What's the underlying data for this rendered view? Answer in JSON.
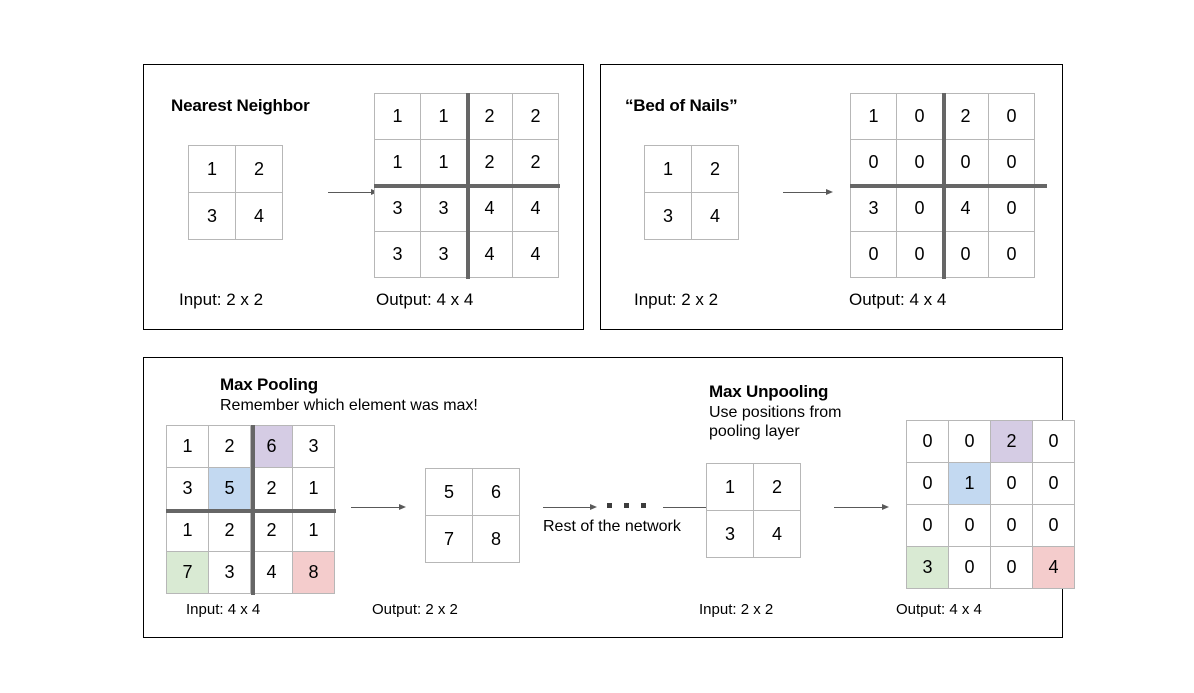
{
  "colors": {
    "panel_border": "#000000",
    "grid_line": "#b7b7b7",
    "thick_line": "#666666",
    "arrow": "#595959",
    "highlight_purple": "#d5cce4",
    "highlight_blue": "#c3d9f1",
    "highlight_green": "#d9ead3",
    "highlight_pink": "#f4cccc"
  },
  "panels": {
    "nearest_neighbor": {
      "title": "Nearest Neighbor",
      "input_caption": "Input: 2 x 2",
      "output_caption": "Output: 4 x 4",
      "input_grid": [
        [
          "1",
          "2"
        ],
        [
          "3",
          "4"
        ]
      ],
      "output_grid": [
        [
          "1",
          "1",
          "2",
          "2"
        ],
        [
          "1",
          "1",
          "2",
          "2"
        ],
        [
          "3",
          "3",
          "4",
          "4"
        ],
        [
          "3",
          "3",
          "4",
          "4"
        ]
      ]
    },
    "bed_of_nails": {
      "title": "“Bed of Nails”",
      "input_caption": "Input: 2 x 2",
      "output_caption": "Output: 4 x 4",
      "input_grid": [
        [
          "1",
          "2"
        ],
        [
          "3",
          "4"
        ]
      ],
      "output_grid": [
        [
          "1",
          "0",
          "2",
          "0"
        ],
        [
          "0",
          "0",
          "0",
          "0"
        ],
        [
          "3",
          "0",
          "4",
          "0"
        ],
        [
          "0",
          "0",
          "0",
          "0"
        ]
      ]
    },
    "max_pooling": {
      "title": "Max Pooling",
      "subtitle": "Remember which element was max!",
      "input_caption": "Input: 4 x 4",
      "output_caption": "Output: 2 x 2",
      "input_grid": [
        [
          "1",
          "2",
          "6",
          "3"
        ],
        [
          "3",
          "5",
          "2",
          "1"
        ],
        [
          "1",
          "2",
          "2",
          "1"
        ],
        [
          "7",
          "3",
          "4",
          "8"
        ]
      ],
      "input_highlights": [
        {
          "row": 0,
          "col": 2,
          "color": "#d5cce4"
        },
        {
          "row": 1,
          "col": 1,
          "color": "#c3d9f1"
        },
        {
          "row": 3,
          "col": 0,
          "color": "#d9ead3"
        },
        {
          "row": 3,
          "col": 3,
          "color": "#f4cccc"
        }
      ],
      "output_grid": [
        [
          "5",
          "6"
        ],
        [
          "7",
          "8"
        ]
      ],
      "network_label": "Rest of the network"
    },
    "max_unpooling": {
      "title": "Max Unpooling",
      "subtitle_line1": "Use positions from",
      "subtitle_line2": "pooling layer",
      "input_caption": "Input: 2 x 2",
      "output_caption": "Output: 4 x 4",
      "input_grid": [
        [
          "1",
          "2"
        ],
        [
          "3",
          "4"
        ]
      ],
      "output_grid": [
        [
          "0",
          "0",
          "2",
          "0"
        ],
        [
          "0",
          "1",
          "0",
          "0"
        ],
        [
          "0",
          "0",
          "0",
          "0"
        ],
        [
          "3",
          "0",
          "0",
          "4"
        ]
      ],
      "output_highlights": [
        {
          "row": 0,
          "col": 2,
          "color": "#d5cce4"
        },
        {
          "row": 1,
          "col": 1,
          "color": "#c3d9f1"
        },
        {
          "row": 3,
          "col": 0,
          "color": "#d9ead3"
        },
        {
          "row": 3,
          "col": 3,
          "color": "#f4cccc"
        }
      ]
    }
  }
}
